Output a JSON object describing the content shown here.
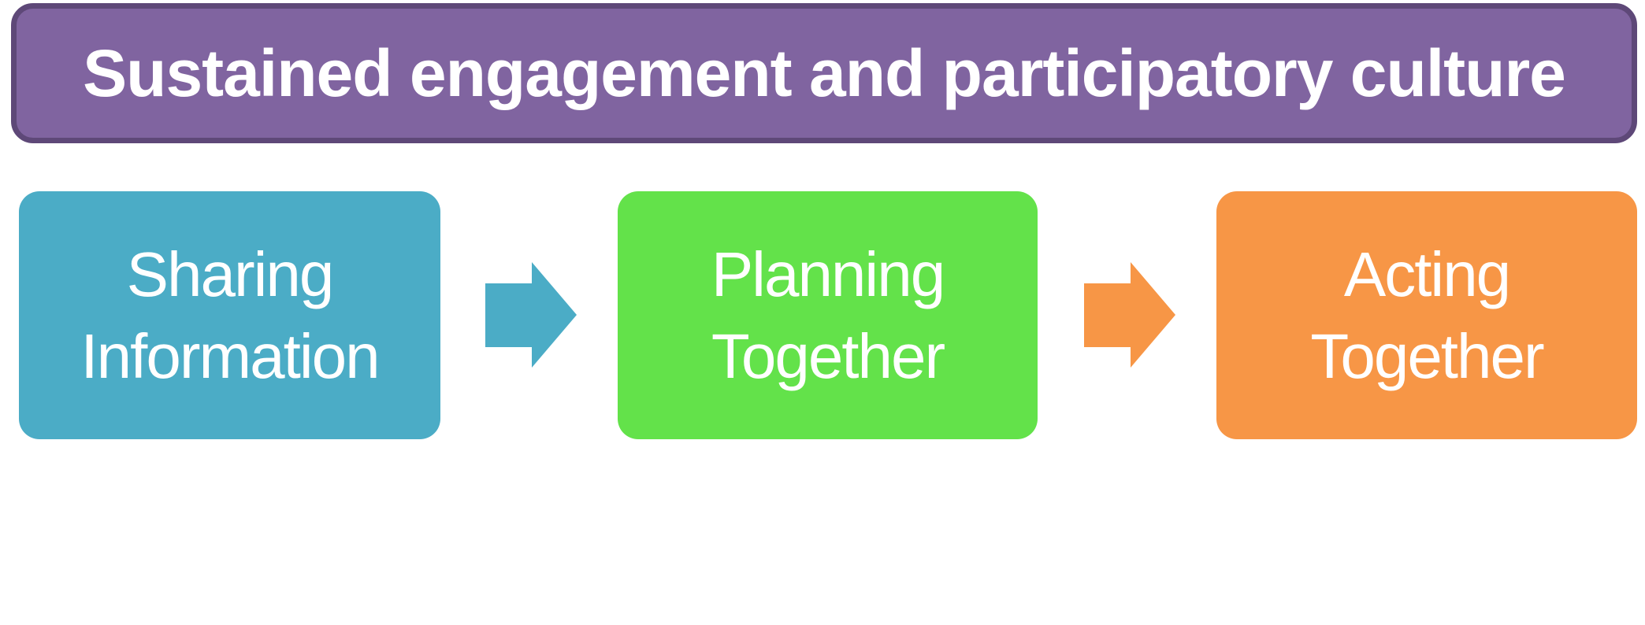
{
  "header": {
    "title": "Sustained engagement and participatory culture",
    "color": "#8064a0"
  },
  "steps": [
    {
      "lines": [
        "Sharing",
        "Information"
      ],
      "color": "#4bacc6"
    },
    {
      "lines": [
        "Planning",
        "Together"
      ],
      "color": "#63e24a"
    },
    {
      "lines": [
        "Acting",
        "Together"
      ],
      "color": "#f79646"
    }
  ],
  "arrows": [
    {
      "icon": "right-arrow-icon",
      "color": "#4bacc6"
    },
    {
      "icon": "right-arrow-icon",
      "color": "#f79646"
    }
  ]
}
